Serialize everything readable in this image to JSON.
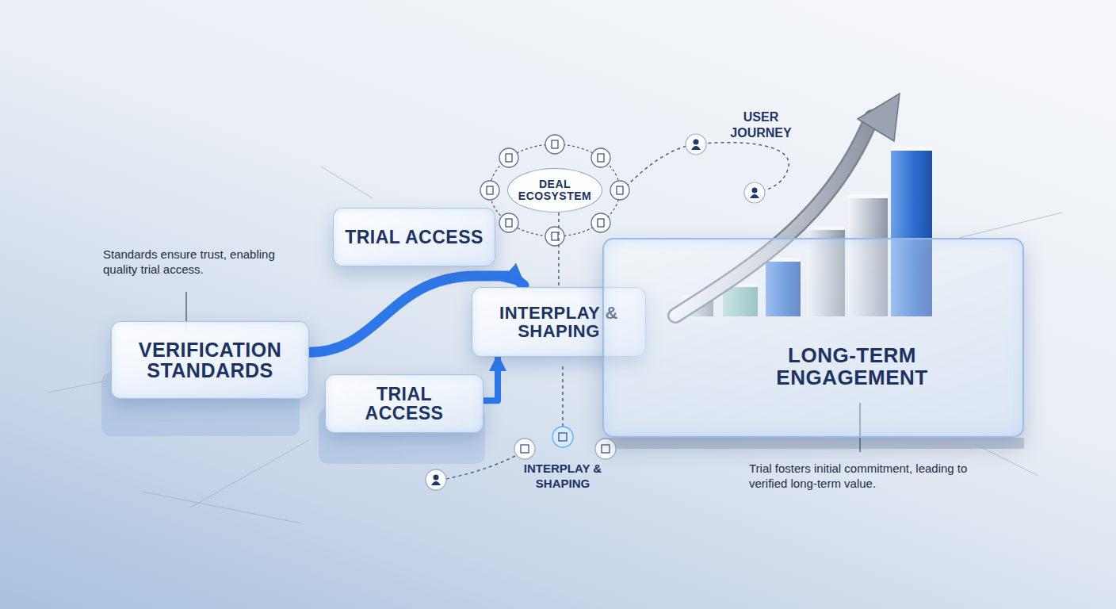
{
  "diagram": {
    "nodes": [
      {
        "text": [
          "VERIFICATION STANDARDS"
        ]
      },
      {
        "text": [
          "TRIAL ACCESS"
        ]
      },
      {
        "text": [
          "INTERPLAY & SHAPING"
        ]
      },
      {
        "text": [
          "TRIAL ACCESS"
        ]
      },
      {
        "text": [
          "DEAL ECOSYSTEM"
        ]
      },
      {
        "text": [
          "LONG-TERM ENGAGEMENT"
        ]
      }
    ],
    "edges": [
      {
        "from": 0,
        "to": 2,
        "arrow": "to"
      },
      {
        "from": 3,
        "to": 2,
        "arrow": "to"
      },
      {
        "from": 4,
        "to": 2,
        "arrow": "none"
      }
    ],
    "labels": [
      "Standards ensure trust, enabling quality trial access.",
      "USER JOURNEY",
      "INTERPLAY & SHAPING",
      "Trial fosters initial commitment, leading to verified long-term value."
    ]
  }
}
